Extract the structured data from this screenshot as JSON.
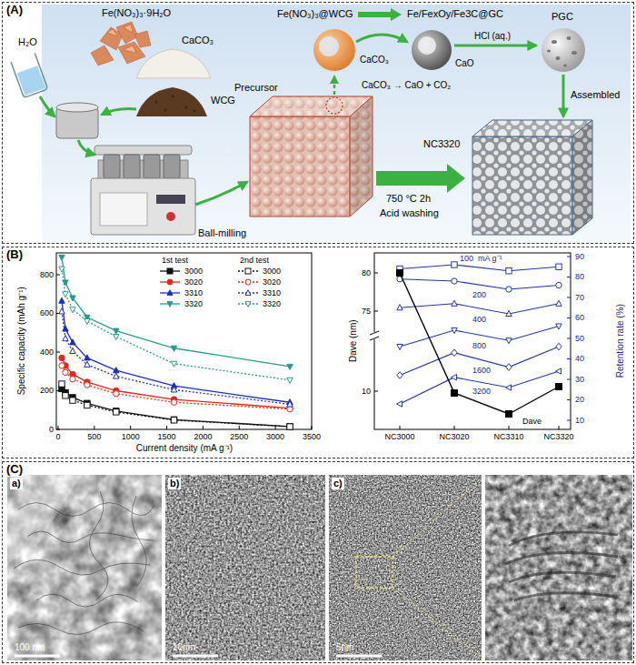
{
  "diagram": {
    "nodes": [
      {
        "text": [
          "(A)"
        ]
      },
      {
        "text": [
          "(B)"
        ]
      },
      {
        "text": [
          "(C)"
        ]
      }
    ],
    "labels": [
      "Fe(NO₃)₃·9H₂O",
      "H₂O",
      "CaCO₃",
      "WCG",
      "Ball-milling",
      "Precursor",
      "Fe(NO₃)₃@WCG",
      "Fe/FexOy/Fe3C@GC",
      "CaCO₃",
      "CaO",
      "CaCO₃ → CaO + CO₂",
      "HCl (aq.)",
      "PGC",
      "Assembled",
      "750 °C 2h",
      "Acid washing",
      "NC3320",
      "Specific capacity (mAh g⁻¹)",
      "0",
      "200",
      "400",
      "600",
      "800",
      "0",
      "500",
      "1000",
      "1500",
      "2000",
      "2500",
      "3000",
      "3500",
      "Current density (mA g⁻¹)",
      "1st test",
      "2nd test",
      "Dave (nm)",
      "80",
      "75",
      "10",
      "NC3000",
      "NC3020",
      "NC3310",
      "NC3320",
      "Retention rate (%)",
      "10",
      "20",
      "30",
      "40",
      "50",
      "60",
      "70",
      "80",
      "90",
      "100",
      "mA g⁻¹",
      "200",
      "400",
      "800",
      "1600",
      "3200",
      "Dave",
      "a)",
      "100 nm",
      "b)",
      "10nm",
      "c)",
      "5nm"
    ],
    "legend": [
      {
        "text": "3000"
      },
      {
        "text": "3020"
      },
      {
        "text": "3310"
      },
      {
        "text": "3320"
      },
      {
        "text": "3000"
      },
      {
        "text": "3020"
      },
      {
        "text": "3310"
      },
      {
        "text": "3320"
      }
    ]
  }
}
